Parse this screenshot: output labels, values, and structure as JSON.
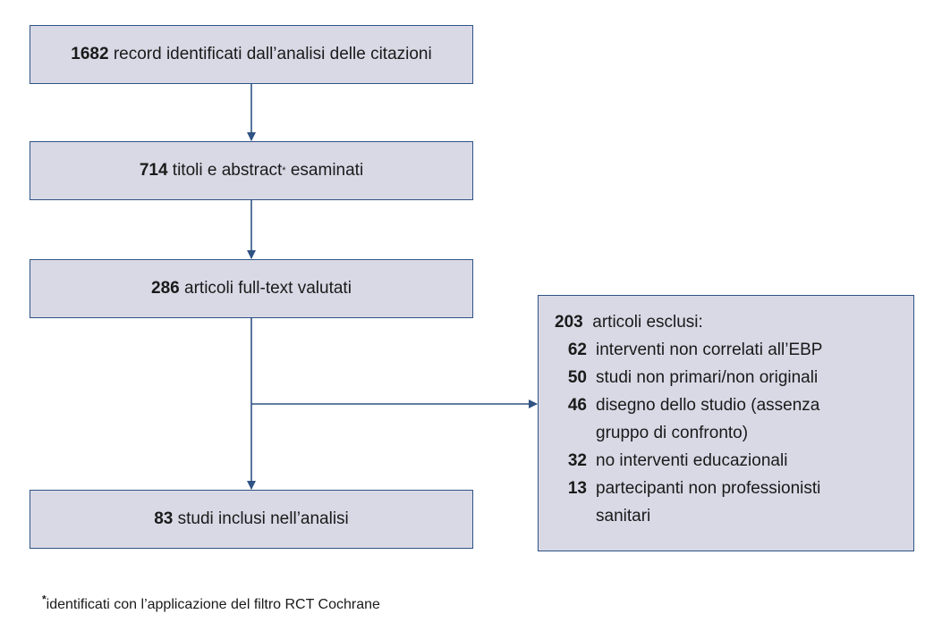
{
  "flow": {
    "records": {
      "count": "1682",
      "text": "record identificati dall’analisi delle citazioni"
    },
    "screened": {
      "count": "714",
      "text_before": "titoli e abstract",
      "marker": "*",
      "text_after": "esaminati"
    },
    "fulltext": {
      "count": "286",
      "text": "articoli full-text valutati"
    },
    "included": {
      "count": "83",
      "text": "studi inclusi nell’analisi"
    }
  },
  "excluded": {
    "count": "203",
    "label": "articoli esclusi:",
    "reasons": [
      {
        "count": "62",
        "line1": "interventi non correlati all’EBP",
        "line2": ""
      },
      {
        "count": "50",
        "line1": "studi non primari/non originali",
        "line2": ""
      },
      {
        "count": "46",
        "line1": "disegno dello studio (assenza",
        "line2": "gruppo di confronto)"
      },
      {
        "count": "32",
        "line1": "no interventi educazionali",
        "line2": ""
      },
      {
        "count": "13",
        "line1": "partecipanti non professionisti",
        "line2": "sanitari"
      }
    ]
  },
  "footnote": {
    "marker": "*",
    "text": "identificati con l’applicazione del filtro RCT Cochrane"
  },
  "colors": {
    "box_fill": "#d9d9e6",
    "border": "#2f5384",
    "arrow": "#2f5384"
  }
}
